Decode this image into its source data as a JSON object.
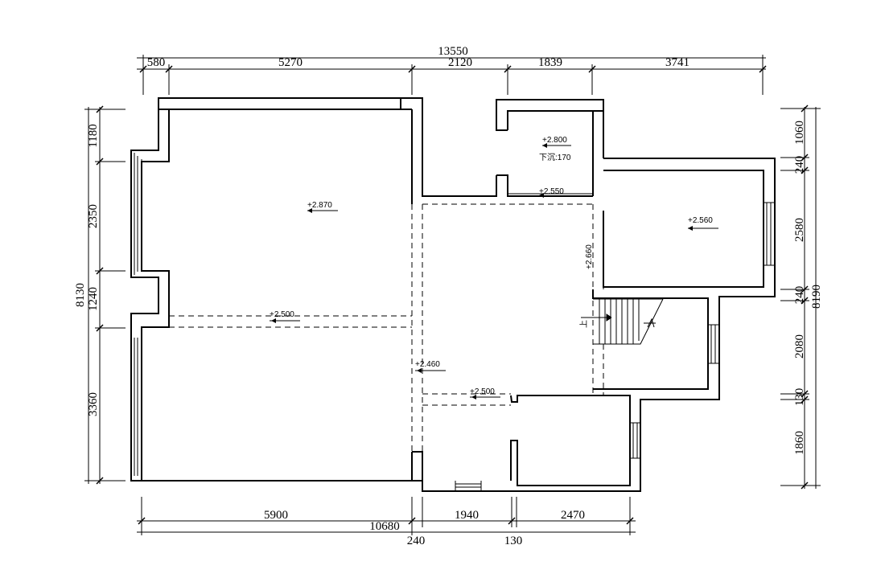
{
  "dimensions": {
    "top_total": "13550",
    "top_segments": [
      "580",
      "5270",
      "2120",
      "1839",
      "3741"
    ],
    "left_total": "8130",
    "left_segments": [
      "1180",
      "2350",
      "1240",
      "3360"
    ],
    "right_total": "8190",
    "right_segments": [
      "1060",
      "240",
      "2580",
      "240",
      "2080",
      "130",
      "1860"
    ],
    "bottom_segments": [
      "5900",
      "1940",
      "2470"
    ],
    "bottom_total": "10680",
    "bottom_extra": [
      "240",
      "130"
    ]
  },
  "levels": {
    "main_room": "+2.870",
    "small_room": "+2.800",
    "small_room_note": "下沉:170",
    "corridor_top": "+2.550",
    "right_room": "+2.560",
    "vertical": "+2.660",
    "beam_left": "+2.500",
    "center": "+2.460",
    "beam_bottom": "+2.500"
  },
  "stair_label": "上"
}
